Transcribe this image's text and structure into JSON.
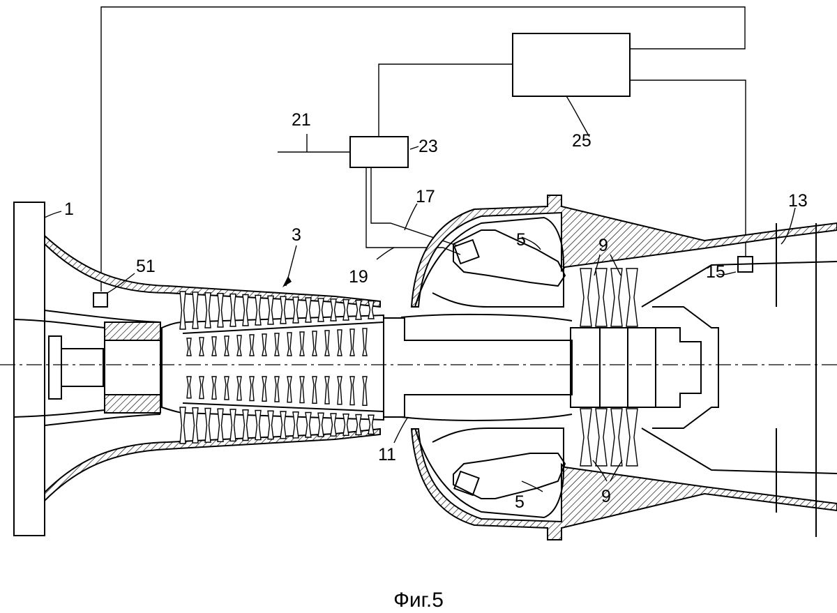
{
  "figure": {
    "caption": "Фиг.5",
    "labels": {
      "ref_1": "1",
      "ref_3": "3",
      "ref_5_top": "5",
      "ref_5_bottom": "5",
      "ref_9_top": "9",
      "ref_9_bottom": "9",
      "ref_11": "11",
      "ref_13": "13",
      "ref_15": "15",
      "ref_17": "17",
      "ref_19": "19",
      "ref_21": "21",
      "ref_23": "23",
      "ref_25": "25",
      "ref_51": "51"
    }
  }
}
